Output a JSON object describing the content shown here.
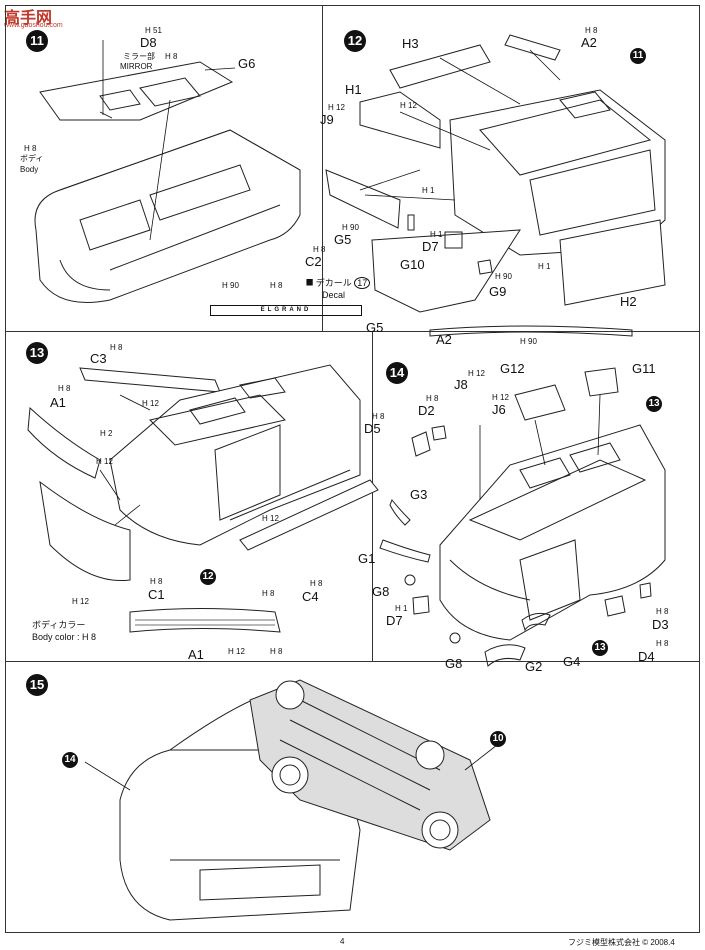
{
  "watermark": {
    "brand": "高手网",
    "sub": "www.gaoshou.com"
  },
  "steps": {
    "s11": "11",
    "s12": "12",
    "s13": "13",
    "s14": "14",
    "s15": "15"
  },
  "refs": {
    "r11": "11",
    "r12": "12",
    "r13": "13",
    "r13b": "13",
    "r13c": "13",
    "r14": "14",
    "r10": "10",
    "r12b": "12"
  },
  "panel11": {
    "D8": "D8",
    "H51": "H 51",
    "mirror_jp": "ミラー部",
    "mirror_en": "MIRROR",
    "H8a": "H 8",
    "G6": "G6",
    "H8b": "H 8",
    "body_jp": "ボディ",
    "body_en": "Body"
  },
  "panel12": {
    "H3": "H3",
    "A2": "A2",
    "H8a": "H 8",
    "H1": "H1",
    "J9": "J9",
    "H12a": "H 12",
    "H12b": "H 12",
    "H1b": "H 1",
    "H90a": "H 90",
    "G5": "G5",
    "H8b": "H 8",
    "C2": "C2",
    "D7": "D7",
    "H1c": "H 1",
    "G10": "G10",
    "H90b": "H 90",
    "H1d": "H 1",
    "G9": "G9",
    "H2": "H2",
    "H90c": "H 90",
    "H8c": "H 8",
    "decal_jp": "デカール",
    "decal_en": "Decal",
    "decal_num": "17",
    "decal_text": "ELGRAND",
    "G5b": "G5",
    "A2b": "A2",
    "H90d": "H 90"
  },
  "panel13": {
    "H8a": "H 8",
    "C3": "C3",
    "H8b": "H 8",
    "A1": "A1",
    "H12a": "H 12",
    "H2": "H 2",
    "H12b": "H 12",
    "H12c": "H 12",
    "C1": "C1",
    "H8c": "H 8",
    "H12d": "H 12",
    "C4": "C4",
    "H8d": "H 8",
    "bodycolor_jp": "ボディカラー",
    "bodycolor_en": "Body color : H 8",
    "H8e": "H 8",
    "A1b": "A1",
    "H12e": "H 12",
    "H8f": "H 8"
  },
  "panel14": {
    "G12": "G12",
    "G11": "G11",
    "J8": "J8",
    "H12a": "H 12",
    "H12b": "H 12",
    "J6": "J6",
    "H8a": "H 8",
    "D2": "D2",
    "H8b": "H 8",
    "D5": "D5",
    "G3": "G3",
    "G1": "G1",
    "G8": "G8",
    "H1": "H 1",
    "D7": "D7",
    "G8b": "G8",
    "G2": "G2",
    "G4": "G4",
    "H8c": "H 8",
    "D3": "D3",
    "H8d": "H 8",
    "D4": "D4"
  },
  "footer": {
    "page": "4",
    "copyright": "フジミ模型株式会社 © 2008.4"
  }
}
